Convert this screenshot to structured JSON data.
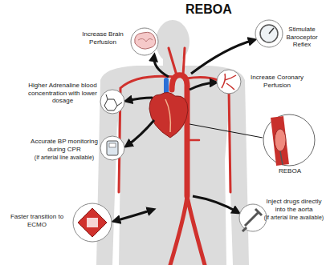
{
  "diagram": {
    "title": "REBOA",
    "labels": [
      "Increase Brain Perfusion",
      "Stimulate Baroceptor Reflex",
      "Higher Adrenaline blood concentration with lower dosage",
      "Increase Coronary Perfusion",
      "Accurate BP monitoring during CPR",
      "(If arterial line available)",
      "REBOA",
      "Inject drugs directly into the aorta",
      "(If arterial line available)",
      "Faster transition to ECMO"
    ]
  }
}
